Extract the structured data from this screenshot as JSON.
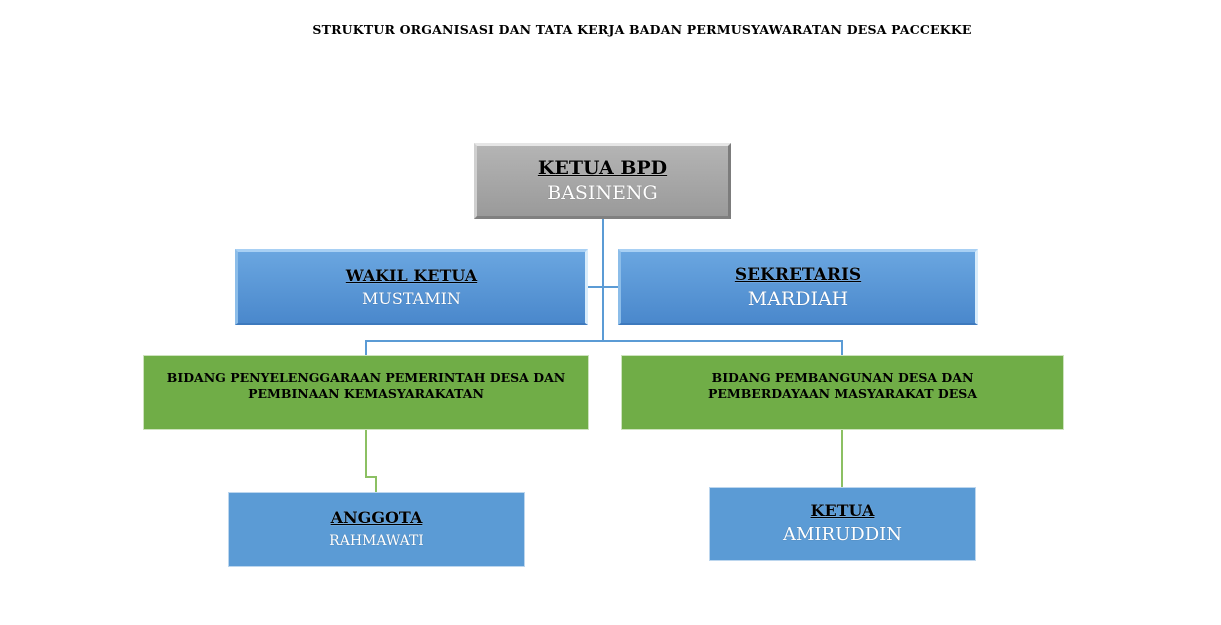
{
  "title": "STRUKTUR ORGANISASI DAN TATA KERJA BADAN PERMUSYAWARATAN DESA PACCEKKE",
  "nodes": {
    "ketua_bpd": {
      "role": "KETUA BPD",
      "name": "BASINENG"
    },
    "wakil_ketua": {
      "role": "WAKIL KETUA",
      "name": "MUSTAMIN"
    },
    "sekretaris": {
      "role": "SEKRETARIS",
      "name": "MARDIAH"
    },
    "bidang_pemerintahan": {
      "label": "BIDANG PENYELENGGARAAN PEMERINTAH DESA DAN PEMBINAAN KEMASYARAKATAN"
    },
    "bidang_pembangunan": {
      "label": "BIDANG PEMBANGUNAN DESA DAN PEMBERDAYAAN MASYARAKAT DESA"
    },
    "anggota": {
      "role": "ANGGOTA",
      "name": "RAHMAWATI"
    },
    "ketua_bidang": {
      "role": "KETUA",
      "name": "AMIRUDDIN"
    }
  },
  "colors": {
    "head_box": "#a6a6a6",
    "officer_box": "#5b9bd5",
    "bidang_box": "#70ad47",
    "member_box": "#5b9bd5",
    "connector_blue": "#5b9bd5",
    "connector_green": "#8cc063"
  }
}
